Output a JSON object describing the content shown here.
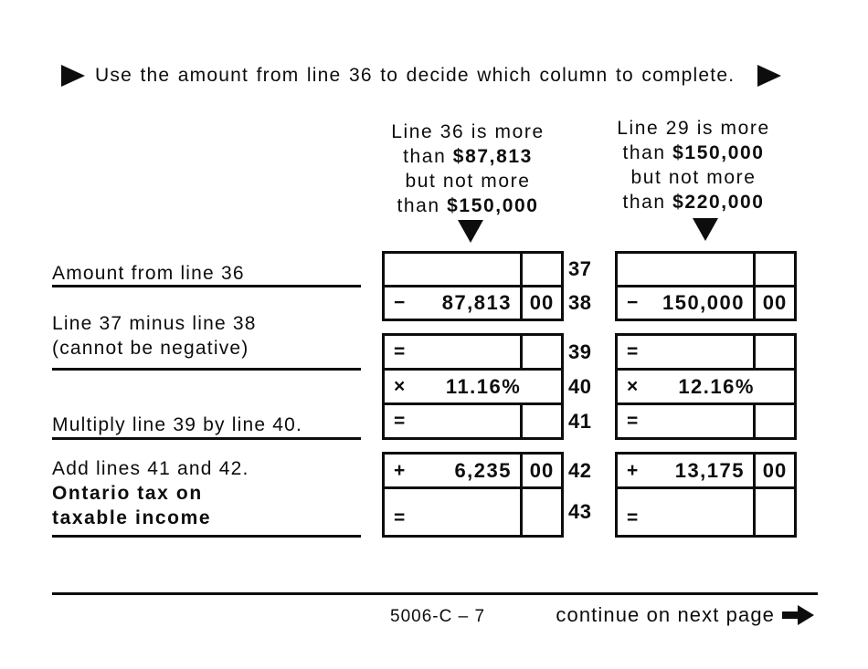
{
  "colors": {
    "ink": "#0d0d0d",
    "background": "#ffffff"
  },
  "instruction": {
    "text": "Use the amount from line 36 to decide which column to complete."
  },
  "icons": {
    "right_triangle": "▶",
    "down_triangle": "▼",
    "arrow_right": "➜"
  },
  "column_a": {
    "header": {
      "line1": "Line 36 is more",
      "line2_pre": "than ",
      "line2_bold": "$87,813",
      "line3": "but not more",
      "line4_pre": "than ",
      "line4_bold": "$150,000"
    },
    "rows": {
      "r37": {
        "prefix": "",
        "amount": "",
        "cents": ""
      },
      "r38": {
        "prefix": "−",
        "amount": "87,813",
        "cents": "00"
      },
      "r39": {
        "prefix": "=",
        "amount": "",
        "cents": ""
      },
      "r40": {
        "prefix": "×",
        "amount": "11.16%"
      },
      "r41": {
        "prefix": "=",
        "amount": "",
        "cents": ""
      },
      "r42": {
        "prefix": "+",
        "amount": "6,235",
        "cents": "00"
      },
      "r43": {
        "prefix": "=",
        "amount": "",
        "cents": ""
      }
    }
  },
  "column_b": {
    "header": {
      "line1": "Line 29 is more",
      "line2_pre": "than ",
      "line2_bold": "$150,000",
      "line3": "but not more",
      "line4_pre": "than ",
      "line4_bold": "$220,000"
    },
    "rows": {
      "r37": {
        "prefix": "",
        "amount": "",
        "cents": ""
      },
      "r38": {
        "prefix": "−",
        "amount": "150,000",
        "cents": "00"
      },
      "r39": {
        "prefix": "=",
        "amount": "",
        "cents": ""
      },
      "r40": {
        "prefix": "×",
        "amount": "12.16%"
      },
      "r41": {
        "prefix": "=",
        "amount": "",
        "cents": ""
      },
      "r42": {
        "prefix": "+",
        "amount": "13,175",
        "cents": "00"
      },
      "r43": {
        "prefix": "=",
        "amount": "",
        "cents": ""
      }
    }
  },
  "line_numbers": {
    "r37": "37",
    "r38": "38",
    "r39": "39",
    "r40": "40",
    "r41": "41",
    "r42": "42",
    "r43": "43"
  },
  "labels": {
    "amount_from_line36": "Amount from line 36",
    "line37_minus_line1": "Line 37 minus line 38",
    "line37_minus_line2": "(cannot be negative)",
    "multiply": "Multiply line 39 by line 40.",
    "add_lines": "Add lines 41 and 42.",
    "ontario_tax_line1": "Ontario tax on",
    "ontario_tax_line2": "taxable income"
  },
  "footer": {
    "page_ref": "5006-C – 7",
    "continue_text": "continue on next page"
  }
}
